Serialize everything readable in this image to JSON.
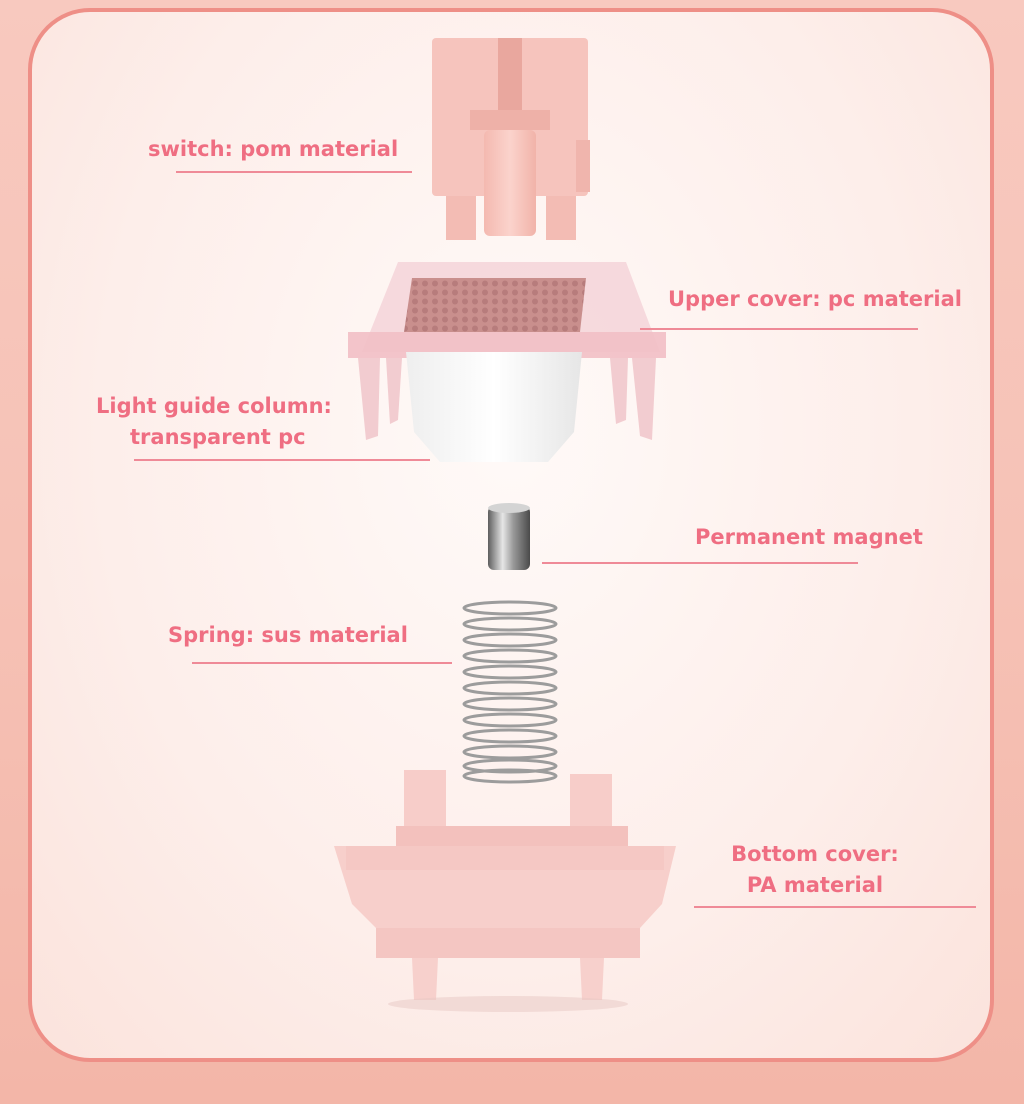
{
  "labels": {
    "switch": "switch: pom material",
    "upper_cover": "Upper cover: pc material",
    "light_guide_line1": "Light guide column:",
    "light_guide_line2": "transparent pc",
    "magnet": "Permanent magnet",
    "spring": "Spring: sus material",
    "bottom_cover_line1": "Bottom cover:",
    "bottom_cover_line2": "PA material"
  },
  "colors": {
    "label_text": "#ef6e82",
    "leader_line": "#ef8a97",
    "frame_border": "#ee8f87",
    "pom_pink": "#f6c4bd",
    "pa_pink": "#f7cdc9",
    "pc_pink": "#f2b8c0",
    "metal": "#b8b8b8"
  }
}
